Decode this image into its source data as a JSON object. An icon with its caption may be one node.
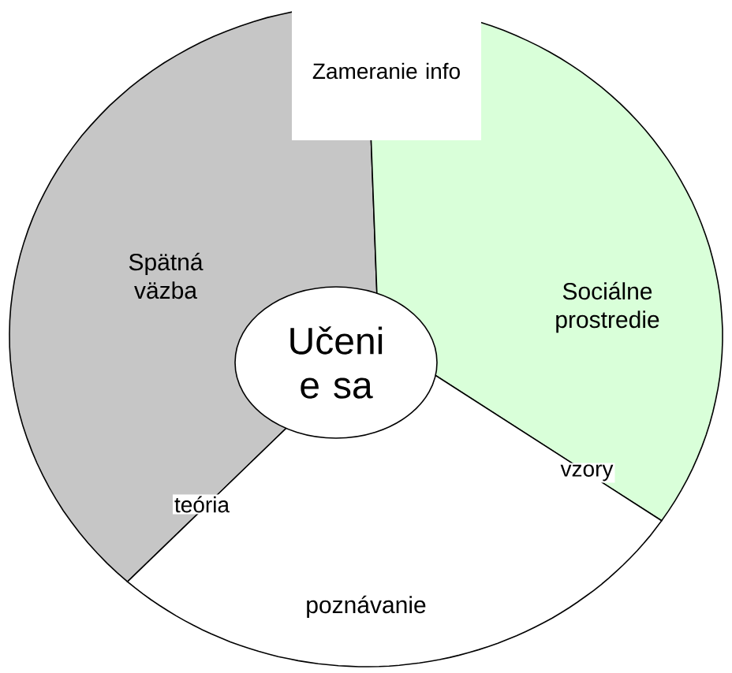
{
  "diagram": {
    "nodes": [
      {
        "text": [
          "Zameranie info"
        ]
      },
      {
        "text": [
          "Spätná väzba"
        ]
      },
      {
        "text": [
          "Sociálne prostredie"
        ]
      },
      {
        "text": [
          "Učeni e sa"
        ]
      },
      {
        "text": [
          "poznávanie"
        ]
      }
    ],
    "labels": [
      "teória",
      "vzory"
    ]
  }
}
